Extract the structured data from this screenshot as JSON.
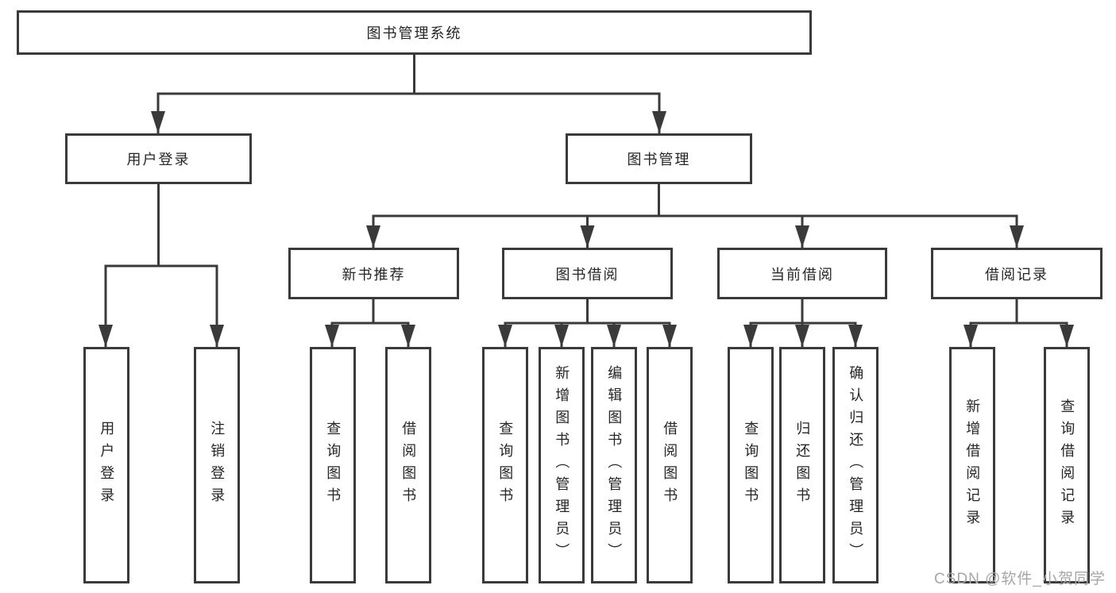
{
  "diagram_title": "图书管理系统",
  "tree": {
    "label": "图书管理系统",
    "children": [
      {
        "label": "用户登录",
        "children": [
          {
            "label": "用户登录"
          },
          {
            "label": "注销登录"
          }
        ]
      },
      {
        "label": "图书管理",
        "children": [
          {
            "label": "新书推荐",
            "children": [
              {
                "label": "查询图书"
              },
              {
                "label": "借阅图书"
              }
            ]
          },
          {
            "label": "图书借阅",
            "children": [
              {
                "label": "查询图书"
              },
              {
                "label": "新增图书（管理员）"
              },
              {
                "label": "编辑图书（管理员）"
              },
              {
                "label": "借阅图书"
              }
            ]
          },
          {
            "label": "当前借阅",
            "children": [
              {
                "label": "查询图书"
              },
              {
                "label": "归还图书"
              },
              {
                "label": "确认归还（管理员）"
              }
            ]
          },
          {
            "label": "借阅记录",
            "children": [
              {
                "label": "新增借阅记录"
              },
              {
                "label": "查询借阅记录"
              }
            ]
          }
        ]
      }
    ]
  },
  "watermark": {
    "text": "CSDN @软件_小贺同学"
  },
  "colors": {
    "background": "#ffffff",
    "line": "#3a3a3a",
    "box_border": "#3a3a3a",
    "text": "#262626",
    "watermark": "#a6a6a6"
  }
}
